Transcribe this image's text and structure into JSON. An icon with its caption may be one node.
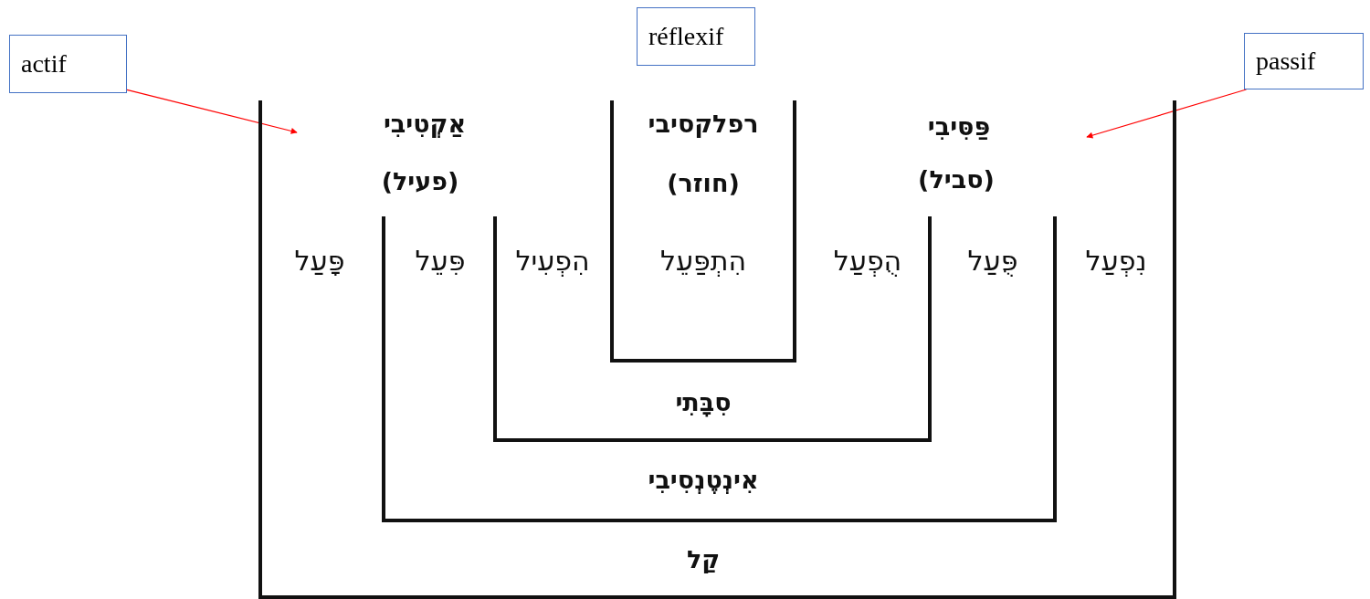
{
  "diagram": {
    "nodes": [
      {
        "text": [
          "actif"
        ]
      },
      {
        "text": [
          "réflexif"
        ]
      },
      {
        "text": [
          "passif"
        ]
      },
      {
        "text": [
          "קַל"
        ]
      },
      {
        "text": [
          "אִינְטֶנְסִיבִי"
        ],
        "in": 3
      },
      {
        "text": [
          "סִבָּתִי"
        ],
        "in": 4
      },
      {
        "text": [
          "רפלקסיבי",
          "(חוזר)",
          "הִתְפַּעֵל"
        ],
        "in": 3
      }
    ],
    "edges": [
      {
        "from": 0,
        "to": 3,
        "arrow": "to"
      },
      {
        "from": 2,
        "to": 3,
        "arrow": "to"
      }
    ],
    "labels": [
      "אַקְטִיבִי",
      "(פעיל)",
      "פַּסִּיבִי",
      "(סביל)",
      "פָּעַל",
      "פִּעֵל",
      "הִפְעִיל",
      "הֻפְעַל",
      "פֻּעַל",
      "נִפְעַל"
    ]
  }
}
